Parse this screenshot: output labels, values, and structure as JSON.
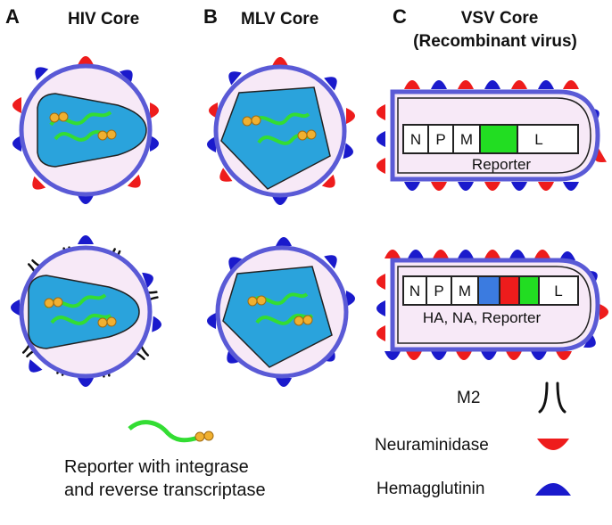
{
  "panels": {
    "a": {
      "letter": "A",
      "title": "HIV Core"
    },
    "b": {
      "letter": "B",
      "title": "MLV Core"
    },
    "c": {
      "letter": "C",
      "title_line1": "VSV Core",
      "title_line2": "(Recombinant virus)"
    }
  },
  "vsv_top": {
    "genes": [
      "N",
      "P",
      "M",
      "",
      "L"
    ],
    "caption": "Reporter"
  },
  "vsv_bottom": {
    "genes": [
      "N",
      "P",
      "M",
      "",
      "",
      "",
      "L"
    ],
    "caption": "HA, NA, Reporter"
  },
  "legend": {
    "m2": "M2",
    "neuraminidase": "Neuraminidase",
    "hemagglutinin": "Hemagglutinin",
    "reporter_line1": "Reporter with integrase",
    "reporter_line2": "and reverse transcriptase"
  },
  "colors": {
    "envelope": "#5a5ad6",
    "interior": "#f7e9f7",
    "core": "#2aa3dc",
    "rna": "#33dd33",
    "neuraminidase": "#ee1c1c",
    "hemagglutinin": "#1a1acc",
    "ha_gene": "#3b7be0",
    "na_gene": "#ee1c1c",
    "reporter_gene": "#22dd22",
    "enzyme": "#f0b030"
  }
}
